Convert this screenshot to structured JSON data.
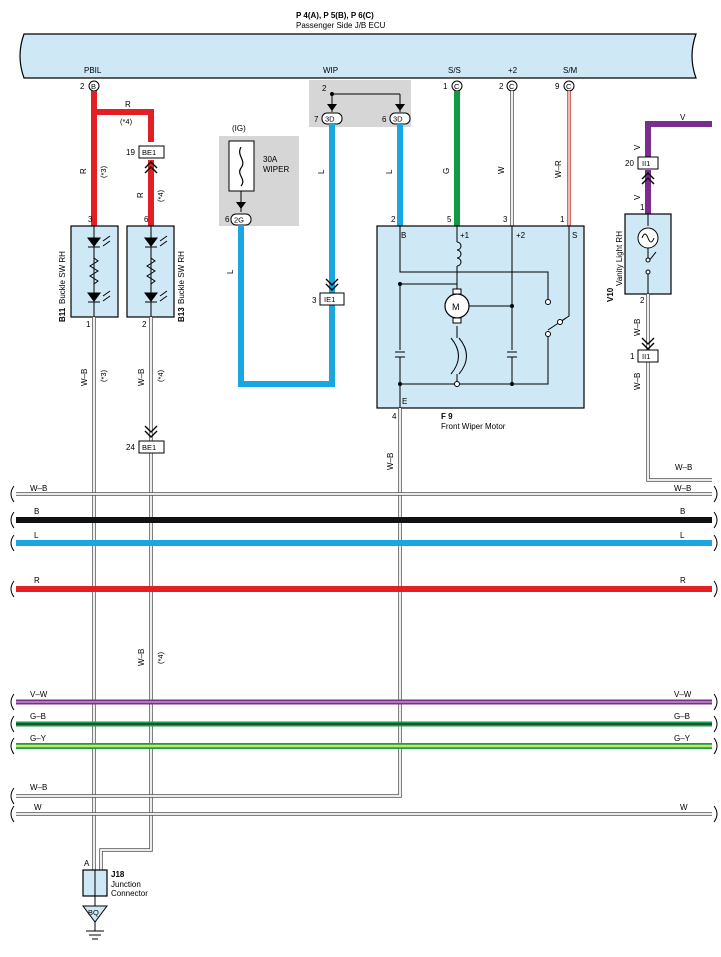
{
  "ecu": {
    "title": "P 4(A), P 5(B), P 6(C)",
    "name": "Passenger Side J/B ECU",
    "terminals": [
      {
        "label": "PBIL",
        "pin": "2",
        "conn": "B"
      },
      {
        "label": "WIP",
        "pin": "",
        "conn": ""
      },
      {
        "label": "S/S",
        "pin": "1",
        "conn": "C"
      },
      {
        "label": "+2",
        "pin": "2",
        "conn": "C"
      },
      {
        "label": "S/M",
        "pin": "9",
        "conn": "C"
      }
    ]
  },
  "wip_box": {
    "pin_top": "2",
    "pin_left": "7",
    "pin_right": "6",
    "conn_left": "3D",
    "conn_right": "3D"
  },
  "fuse": {
    "group": "(IG)",
    "rating": "30A",
    "name": "WIPER",
    "pin": "6",
    "conn": "2G"
  },
  "connectors": {
    "be1_top": {
      "pin": "19",
      "name": "BE1"
    },
    "be1_bottom": {
      "pin": "24",
      "name": "BE1"
    },
    "ie1": {
      "pin": "3",
      "name": "IE1"
    },
    "ii1_top": {
      "pin": "20",
      "name": "II1"
    },
    "ii1_bottom": {
      "pin": "1",
      "name": "II1"
    }
  },
  "wires": {
    "r_top": "R",
    "r_top_note": "(*4)",
    "r_left": "R",
    "r_left_note": "(*3)",
    "r_mid": "R",
    "r_mid_note": "(*4)",
    "l_fuse": "L",
    "l_mid": "L",
    "l_right": "L",
    "g": "G",
    "w": "W",
    "wr": "W–R",
    "v_top": "V",
    "v_mid": "V",
    "wb_b11": "W–B",
    "wb_b11_note": "(*3)",
    "wb_b13": "W–B",
    "wb_b13_note": "(*4)",
    "wb_b13_low": "W–B",
    "wb_b13_low_note": "(*4)",
    "wb_motor": "W–B",
    "wb_v10": "W–B",
    "wb_v10_low": "W–B",
    "wb_v10_bus": "W–B"
  },
  "devices": {
    "b11": {
      "code": "B11",
      "name": "Buckle SW RH",
      "pin_top": "3",
      "pin_bottom": "1"
    },
    "b13": {
      "code": "B13",
      "name": "Buckle SW RH",
      "pin_top": "6",
      "pin_bottom": "2"
    },
    "f9": {
      "code": "F 9",
      "name": "Front Wiper Motor",
      "pins_top": [
        "2",
        "5",
        "3",
        "1"
      ],
      "terms": [
        "B",
        "+1",
        "+2",
        "S",
        "E"
      ],
      "pin_bottom": "4",
      "motor": "M"
    },
    "v10": {
      "code": "V10",
      "name": "Vanity Light RH",
      "pin_top": "1",
      "pin_bottom": "2"
    },
    "j18": {
      "code": "J18",
      "name1": "Junction",
      "name2": "Connector",
      "pin": "A",
      "ground": "BQ"
    }
  },
  "buses": [
    {
      "label": "W–B",
      "color": "#ffffff"
    },
    {
      "label": "B",
      "color": "#111111"
    },
    {
      "label": "L",
      "color": "#1aa7e0"
    },
    {
      "label": "R",
      "color": "#e31e24"
    },
    {
      "label": "V–W",
      "color": "#7b2c8f"
    },
    {
      "label": "G–B",
      "color": "#1d9a4a"
    },
    {
      "label": "G–Y",
      "color": "#9ccf3a"
    },
    {
      "label": "W–B",
      "color": "#ffffff"
    },
    {
      "label": "W",
      "color": "#ffffff"
    }
  ],
  "colors": {
    "ecu_fill": "#cfe8f6",
    "device_fill": "#cfe8f6",
    "red": "#e31e24",
    "blue": "#1aa7e0",
    "green": "#0f9a43",
    "purple": "#7b2c8f",
    "pink": "#e9a3a3",
    "gray_box": "#d6d6d6"
  }
}
